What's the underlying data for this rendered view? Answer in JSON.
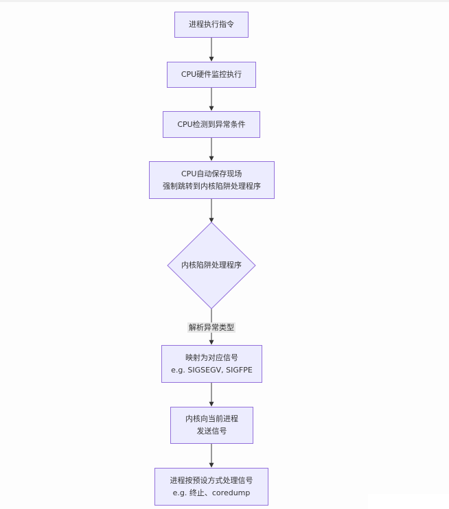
{
  "nodes": {
    "n1": {
      "line1": "进程执行指令"
    },
    "n2": {
      "line1": "CPU硬件监控执行"
    },
    "n3": {
      "line1": "CPU检测到异常条件"
    },
    "n4": {
      "line1": "CPU自动保存现场",
      "line2": "强制跳转到内核陷阱处理程序"
    },
    "n5": {
      "line1": "内核陷阱处理程序"
    },
    "n6": {
      "line1": "映射为对应信号",
      "line2": "e.g. SIGSEGV, SIGFPE"
    },
    "n7": {
      "line1": "内核向当前进程",
      "line2": "发送信号"
    },
    "n8": {
      "line1": "进程按预设方式处理信号",
      "line2": "e.g. 终止、coredump"
    }
  },
  "edges": {
    "e5_label": "解析异常类型"
  },
  "colors": {
    "node_fill": "#ececfe",
    "node_border": "#9370db",
    "edge": "#333333"
  }
}
